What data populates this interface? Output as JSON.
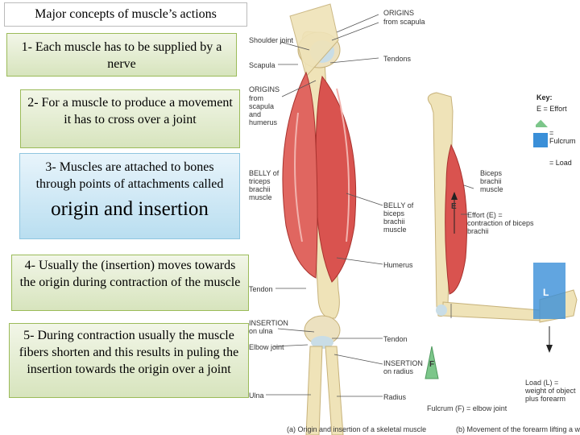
{
  "title": "Major concepts of  muscle’s actions",
  "concepts": [
    {
      "text": "1- Each muscle has to be supplied by a nerve"
    },
    {
      "text": "2- For a muscle to produce a movement it has to cross over a joint"
    },
    {
      "text": "3- Muscles are attached to bones through points of attachments called",
      "emphasis": "origin and insertion"
    },
    {
      "text": "4- Usually the (insertion) moves towards the origin during contraction of the muscle"
    },
    {
      "text": "5- During contraction usually the muscle fibers shorten and this results in puling the insertion towards the origin over a joint"
    }
  ],
  "figure_a": {
    "labels": {
      "origins": "ORIGINS",
      "from_scapula": "from scapula",
      "shoulder_joint": "Shoulder joint",
      "tendons_top": "Tendons",
      "scapula": "Scapula",
      "origins2": "ORIGINS",
      "from_scapula_humerus": "from scapula and humerus",
      "belly_left": "BELLY of triceps brachii muscle",
      "belly_right": "BELLY of biceps brachii muscle",
      "humerus": "Humerus",
      "tendon_left": "Tendon",
      "insertion_ulna": "INSERTION on ulna",
      "tendon_right": "Tendon",
      "elbow_joint": "Elbow joint",
      "insertion_radius": "INSERTION on radius",
      "ulna": "Ulna",
      "radius": "Radius"
    },
    "caption": "(a) Origin and insertion of a skeletal muscle"
  },
  "figure_b": {
    "key_title": "Key:",
    "key": [
      {
        "symbol": "E",
        "text": "= Effort"
      },
      {
        "symbol": "F",
        "text": "= Fulcrum"
      },
      {
        "symbol": "L",
        "text": "= Load"
      }
    ],
    "labels": {
      "biceps": "Biceps brachii muscle",
      "effort": "Effort (E) = contraction of biceps brachii",
      "load": "Load (L) = weight of object plus forearm",
      "fulcrum": "Fulcrum (F) = elbow joint",
      "e_marker": "E",
      "f_marker": "F",
      "l_marker": "L"
    },
    "caption": "(b) Movement of the forearm lifting a weight"
  },
  "colors": {
    "box_border": "#9bbb59",
    "muscle": "#d9534f",
    "bone": "#efe3b8",
    "load": "#3a8fd8",
    "fulcrum": "#7cc68a"
  }
}
